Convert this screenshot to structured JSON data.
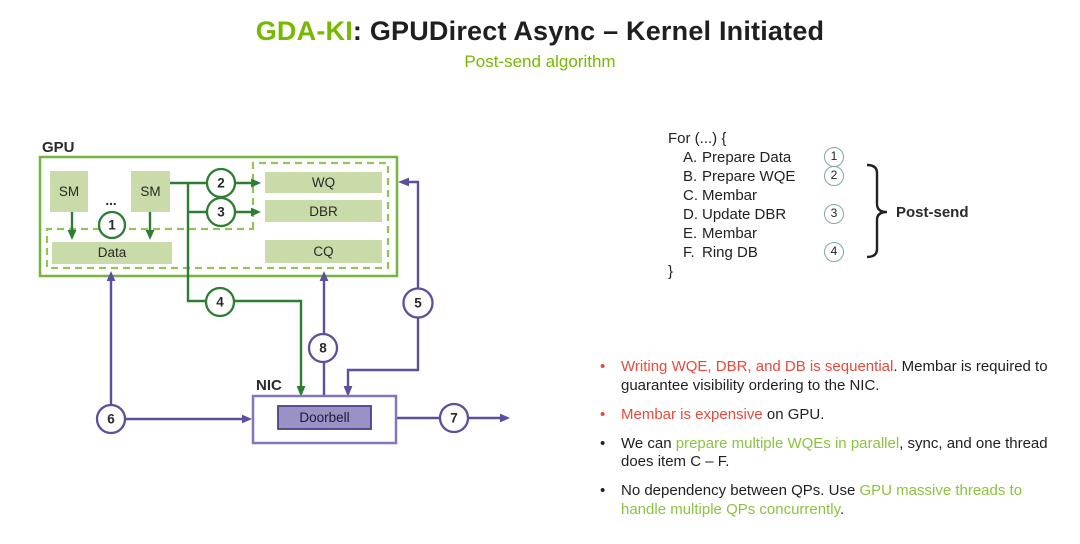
{
  "header": {
    "title_accent": "GDA-KI",
    "title_rest": ": GPUDirect Async – Kernel Initiated",
    "subtitle": "Post-send algorithm"
  },
  "diagram": {
    "gpu_label": "GPU",
    "nic_label": "NIC",
    "sm_label": "SM",
    "ellipsis": "...",
    "data_label": "Data",
    "wq_label": "WQ",
    "dbr_label": "DBR",
    "cq_label": "CQ",
    "doorbell_label": "Doorbell",
    "steps": [
      "1",
      "2",
      "3",
      "4",
      "5",
      "6",
      "7",
      "8"
    ]
  },
  "pseudocode": {
    "open": "For (...) {",
    "close": "}",
    "items": [
      {
        "label": "A.",
        "text": "Prepare Data",
        "num": "1"
      },
      {
        "label": "B.",
        "text": "Prepare WQE",
        "num": "2"
      },
      {
        "label": "C.",
        "text": "Membar",
        "num": ""
      },
      {
        "label": "D.",
        "text": "Update DBR",
        "num": "3"
      },
      {
        "label": "E.",
        "text": "Membar",
        "num": ""
      },
      {
        "label": "F.",
        "text": "Ring DB",
        "num": "4"
      }
    ],
    "brace_label": "Post-send"
  },
  "notes": [
    {
      "marker": "red",
      "segments": [
        {
          "text": "Writing WQE, DBR, and DB is sequential",
          "color": "red"
        },
        {
          "text": ". Membar is required to guarantee visibility ordering to the NIC.",
          "color": "ink"
        }
      ]
    },
    {
      "marker": "red",
      "segments": [
        {
          "text": "Membar is expensive",
          "color": "red"
        },
        {
          "text": " on GPU.",
          "color": "ink"
        }
      ]
    },
    {
      "marker": "black",
      "segments": [
        {
          "text": "We can ",
          "color": "ink"
        },
        {
          "text": "prepare multiple WQEs in parallel",
          "color": "green"
        },
        {
          "text": ", sync, and one thread does item C – F.",
          "color": "ink"
        }
      ]
    },
    {
      "marker": "black",
      "segments": [
        {
          "text": "No dependency between QPs. Use ",
          "color": "ink"
        },
        {
          "text": "GPU massive threads to handle multiple QPs concurrently",
          "color": "green"
        },
        {
          "text": ".",
          "color": "ink"
        }
      ]
    }
  ],
  "colors": {
    "accent": "#76b900",
    "bodygreen": "#8ac43e",
    "red": "#e8493b",
    "linegreen": "#2e7d32",
    "boxfill": "#c8dba8",
    "bordergreen": "#74b43f",
    "dashgreen": "#93c45c",
    "purple": "#5c4f9c",
    "nicborder": "#8078b8",
    "doorbellfill": "#9a92c6",
    "circleteal": "#7fab9c"
  }
}
